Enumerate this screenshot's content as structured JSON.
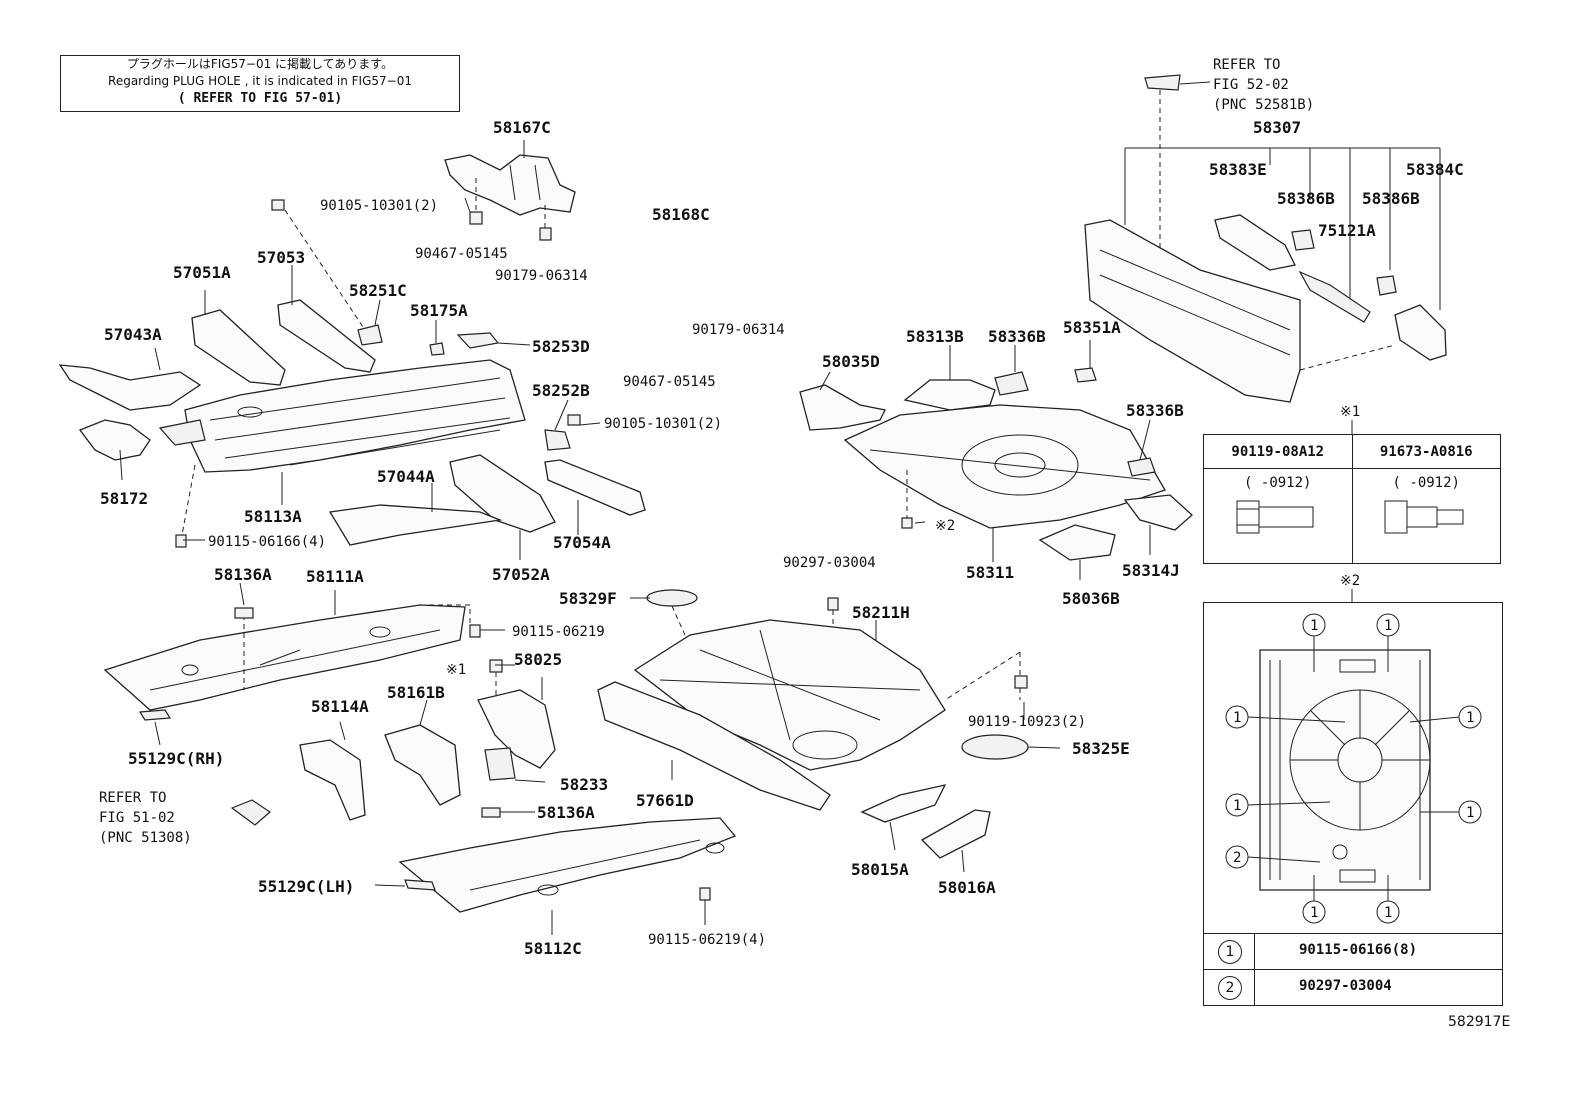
{
  "note": {
    "line1": "プラグホールはFIG57−01 に掲載してあります。",
    "line2": "Regarding PLUG HOLE , it is indicated in FIG57−01",
    "line3": "( REFER TO FIG 57-01)"
  },
  "refer_top_right": [
    "REFER TO",
    "FIG 52-02",
    "(PNC 52581B)"
  ],
  "refer_left": [
    "REFER TO",
    "FIG 51-02",
    "(PNC 51308)"
  ],
  "labels": {
    "p58167C": "58167C",
    "p90105_a": "90105-10301(2)",
    "p90467_a": "90467-05145",
    "p90179_a": "90179-06314",
    "p58168C": "58168C",
    "p90179_b": "90179-06314",
    "p90467_b": "90467-05145",
    "p57051A": "57051A",
    "p57053": "57053",
    "p58251C": "58251C",
    "p58175A": "58175A",
    "p58253D": "58253D",
    "p57043A": "57043A",
    "p58252B": "58252B",
    "p90105_b": "90105-10301(2)",
    "p58172": "58172",
    "p58113A": "58113A",
    "p57044A": "57044A",
    "p90115_a": "90115-06166(4)",
    "p57054A": "57054A",
    "p57052A": "57052A",
    "p58136A_a": "58136A",
    "p58111A": "58111A",
    "p90115_b": "90115-06219",
    "p58025": "58025",
    "mark1": "※1",
    "p58114A": "58114A",
    "p58161B": "58161B",
    "p55129C_rh": "55129C(RH)",
    "p58233": "58233",
    "p58136A_b": "58136A",
    "p55129C_lh": "55129C(LH)",
    "p58112C": "58112C",
    "p90115_c": "90115-06219(4)",
    "p90297": "90297-03004",
    "p58329F": "58329F",
    "p58211H": "58211H",
    "p57661D": "57661D",
    "p90119": "90119-10923(2)",
    "p58325E": "58325E",
    "p58015A": "58015A",
    "p58016A": "58016A",
    "p58035D": "58035D",
    "p58313B": "58313B",
    "p58336B_a": "58336B",
    "p58351A": "58351A",
    "p58336B_b": "58336B",
    "mark2": "※2",
    "p58311": "58311",
    "p58036B": "58036B",
    "p58314J": "58314J",
    "p58307": "58307",
    "p58383E": "58383E",
    "p58386B_a": "58386B",
    "p58386B_b": "58386B",
    "p58384C": "58384C",
    "p75121A": "75121A"
  },
  "fastener_table": {
    "mark": "※1",
    "col1": {
      "part": "90119-08A12",
      "range": "(    -0912)"
    },
    "col2": {
      "part": "91673-A0816",
      "range": "(    -0912)"
    }
  },
  "detail": {
    "mark": "※2",
    "callout1": "1",
    "callout2": "2",
    "legend": [
      {
        "num": "1",
        "part": "90115-06166(8)"
      },
      {
        "num": "2",
        "part": "90297-03004"
      }
    ]
  },
  "figure_id": "582917E"
}
